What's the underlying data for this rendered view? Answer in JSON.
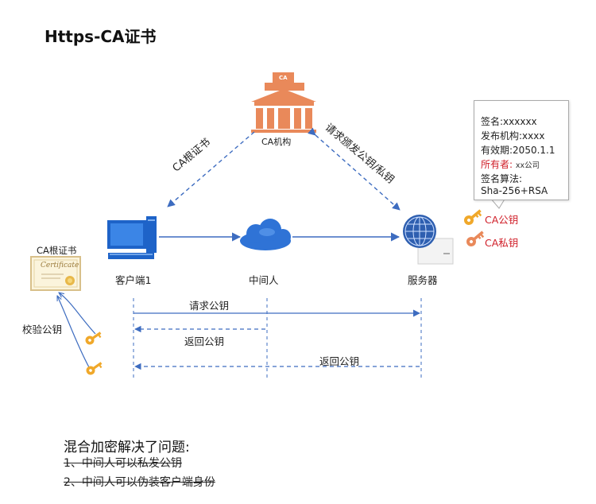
{
  "title": "Https-CA证书",
  "ca_org": {
    "badge": "CA",
    "label": "CA机构"
  },
  "edge_labels": {
    "ca_root_diag": "CA根证书",
    "request_issue": "请求颁发公钥/私钥"
  },
  "callout": {
    "sign": "签名:xxxxxx",
    "issuer": "发布机构:xxxx",
    "validity": "有效期:2050.1.1",
    "owner_label": "所有者:",
    "owner_value": "xx公司",
    "algo_label": "签名算法:",
    "algo_value": "Sha-256+RSA"
  },
  "keys": {
    "public": "CA公钥",
    "private": "CA私钥"
  },
  "nodes": {
    "client": "客户端1",
    "middleman": "中间人",
    "server": "服务器"
  },
  "cert": {
    "label": "CA根证书",
    "script": "Certificate"
  },
  "verify": "校验公钥",
  "flows": {
    "request_pubkey": "请求公钥",
    "return_pubkey_1": "返回公钥",
    "return_pubkey_2": "返回公钥"
  },
  "summary": {
    "heading": "混合加密解决了问题:",
    "items": [
      "1、中间人可以私发公钥",
      "2、中间人可以伪装客户端身份"
    ]
  },
  "colors": {
    "arrow": "#3d6cc0",
    "ca_orange": "#e9895a",
    "key_gold": "#f0a82a",
    "red_text": "#d0202a"
  }
}
